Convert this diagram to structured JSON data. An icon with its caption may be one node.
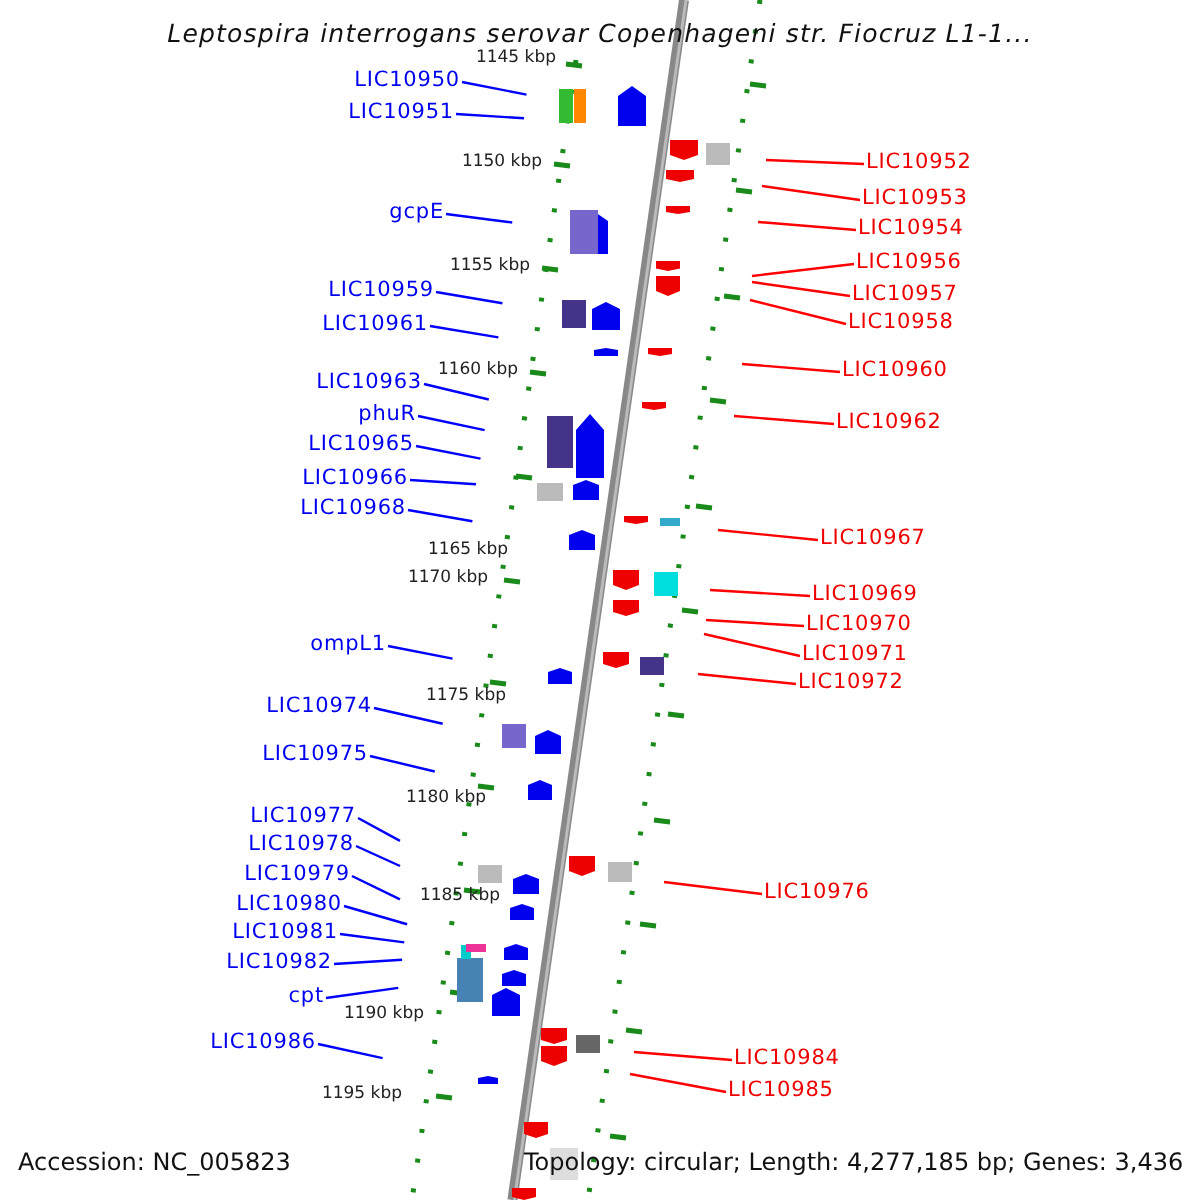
{
  "diagram": {
    "title": "Leptospira interrogans serovar Copenhageni str. Fiocruz L1-1...",
    "nodes": [
      {
        "text": [
          "LIC10950"
        ]
      },
      {
        "text": [
          "LIC10951"
        ]
      },
      {
        "text": [
          "gcpE"
        ]
      },
      {
        "text": [
          "LIC10959"
        ]
      },
      {
        "text": [
          "LIC10961"
        ]
      },
      {
        "text": [
          "LIC10963"
        ]
      },
      {
        "text": [
          "phuR"
        ]
      },
      {
        "text": [
          "LIC10965"
        ]
      },
      {
        "text": [
          "LIC10966"
        ]
      },
      {
        "text": [
          "LIC10968"
        ]
      },
      {
        "text": [
          "ompL1"
        ]
      },
      {
        "text": [
          "LIC10974"
        ]
      },
      {
        "text": [
          "LIC10975"
        ]
      },
      {
        "text": [
          "LIC10977"
        ]
      },
      {
        "text": [
          "LIC10978"
        ]
      },
      {
        "text": [
          "LIC10979"
        ]
      },
      {
        "text": [
          "LIC10980"
        ]
      },
      {
        "text": [
          "LIC10981"
        ]
      },
      {
        "text": [
          "LIC10982"
        ]
      },
      {
        "text": [
          "cpt"
        ]
      },
      {
        "text": [
          "LIC10986"
        ]
      },
      {
        "text": [
          "LIC10952"
        ]
      },
      {
        "text": [
          "LIC10953"
        ]
      },
      {
        "text": [
          "LIC10954"
        ]
      },
      {
        "text": [
          "LIC10956"
        ]
      },
      {
        "text": [
          "LIC10957"
        ]
      },
      {
        "text": [
          "LIC10958"
        ]
      },
      {
        "text": [
          "LIC10960"
        ]
      },
      {
        "text": [
          "LIC10962"
        ]
      },
      {
        "text": [
          "LIC10967"
        ]
      },
      {
        "text": [
          "LIC10969"
        ]
      },
      {
        "text": [
          "LIC10970"
        ]
      },
      {
        "text": [
          "LIC10971"
        ]
      },
      {
        "text": [
          "LIC10972"
        ]
      },
      {
        "text": [
          "LIC10976"
        ]
      },
      {
        "text": [
          "LIC10984"
        ]
      },
      {
        "text": [
          "LIC10985"
        ]
      }
    ],
    "edges": [
      {
        "from": 0,
        "to": null,
        "arrow": "none",
        "color": "#0000ff"
      },
      {
        "from": 1,
        "to": null,
        "arrow": "none",
        "color": "#0000ff"
      },
      {
        "from": 2,
        "to": null,
        "arrow": "none",
        "color": "#0000ff"
      },
      {
        "from": 3,
        "to": null,
        "arrow": "none",
        "color": "#0000ff"
      },
      {
        "from": 4,
        "to": null,
        "arrow": "none",
        "color": "#0000ff"
      },
      {
        "from": 5,
        "to": null,
        "arrow": "none",
        "color": "#0000ff"
      },
      {
        "from": 6,
        "to": null,
        "arrow": "none",
        "color": "#0000ff"
      },
      {
        "from": 7,
        "to": null,
        "arrow": "none",
        "color": "#0000ff"
      },
      {
        "from": 8,
        "to": null,
        "arrow": "none",
        "color": "#0000ff"
      },
      {
        "from": 9,
        "to": null,
        "arrow": "none",
        "color": "#0000ff"
      },
      {
        "from": 10,
        "to": null,
        "arrow": "none",
        "color": "#0000ff"
      },
      {
        "from": 11,
        "to": null,
        "arrow": "none",
        "color": "#0000ff"
      },
      {
        "from": 12,
        "to": null,
        "arrow": "none",
        "color": "#0000ff"
      },
      {
        "from": 13,
        "to": null,
        "arrow": "none",
        "color": "#0000ff"
      },
      {
        "from": 14,
        "to": null,
        "arrow": "none",
        "color": "#0000ff"
      },
      {
        "from": 15,
        "to": null,
        "arrow": "none",
        "color": "#0000ff"
      },
      {
        "from": 16,
        "to": null,
        "arrow": "none",
        "color": "#0000ff"
      },
      {
        "from": 17,
        "to": null,
        "arrow": "none",
        "color": "#0000ff"
      },
      {
        "from": 18,
        "to": null,
        "arrow": "none",
        "color": "#0000ff"
      },
      {
        "from": 19,
        "to": null,
        "arrow": "none",
        "color": "#0000ff"
      },
      {
        "from": 20,
        "to": null,
        "arrow": "none",
        "color": "#0000ff"
      },
      {
        "from": 21,
        "to": null,
        "arrow": "none",
        "color": "#ff0000"
      },
      {
        "from": 22,
        "to": null,
        "arrow": "none",
        "color": "#ff0000"
      },
      {
        "from": 23,
        "to": null,
        "arrow": "none",
        "color": "#ff0000"
      },
      {
        "from": 24,
        "to": null,
        "arrow": "none",
        "color": "#ff0000"
      },
      {
        "from": 25,
        "to": null,
        "arrow": "none",
        "color": "#ff0000"
      },
      {
        "from": 26,
        "to": null,
        "arrow": "none",
        "color": "#ff0000"
      },
      {
        "from": 27,
        "to": null,
        "arrow": "none",
        "color": "#ff0000"
      },
      {
        "from": 28,
        "to": null,
        "arrow": "none",
        "color": "#ff0000"
      },
      {
        "from": 29,
        "to": null,
        "arrow": "none",
        "color": "#ff0000"
      },
      {
        "from": 30,
        "to": null,
        "arrow": "none",
        "color": "#ff0000"
      },
      {
        "from": 31,
        "to": null,
        "arrow": "none",
        "color": "#ff0000"
      },
      {
        "from": 32,
        "to": null,
        "arrow": "none",
        "color": "#ff0000"
      },
      {
        "from": 33,
        "to": null,
        "arrow": "none",
        "color": "#ff0000"
      },
      {
        "from": 34,
        "to": null,
        "arrow": "none",
        "color": "#ff0000"
      },
      {
        "from": 35,
        "to": null,
        "arrow": "none",
        "color": "#ff0000"
      },
      {
        "from": 36,
        "to": null,
        "arrow": "none",
        "color": "#ff0000"
      }
    ],
    "labels": [
      "1145 kbp",
      "1150 kbp",
      "1155 kbp",
      "1160 kbp",
      "1165 kbp",
      "1170 kbp",
      "1175 kbp",
      "1180 kbp",
      "1185 kbp",
      "1190 kbp",
      "1195 kbp",
      "Accession: NC_005823",
      "Topology: circular; Length: 4,277,185 bp; Genes: 3,436"
    ]
  }
}
